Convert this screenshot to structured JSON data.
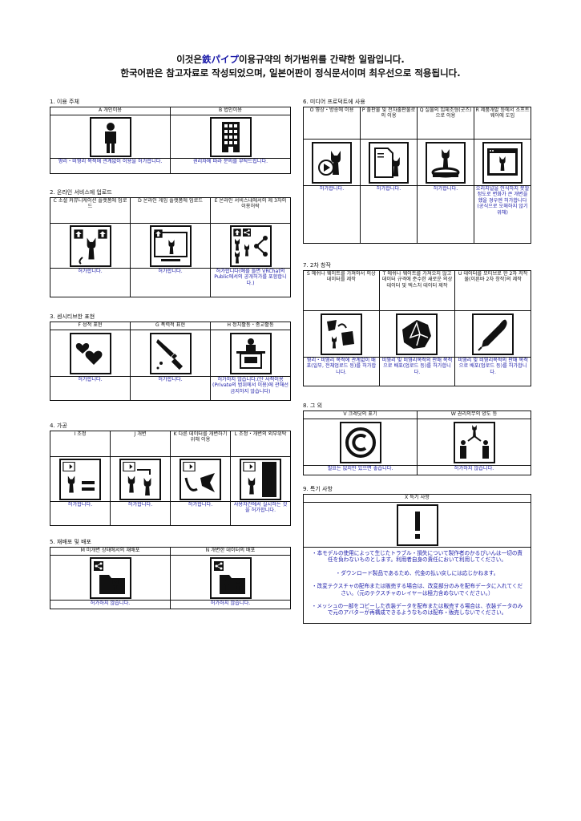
{
  "header": {
    "line1_pre": "이것은",
    "line1_brand": "鉄パイプ",
    "line1_post": "이용규약의 허가범위를 간략한 일람입니다.",
    "line2": "한국어판은 참고자료로 작성되었으며, 일본어판이 정식문서이며 최우선으로 적용됩니다."
  },
  "colors": {
    "accent": "#1a1aa8",
    "border": "#111111",
    "icon": "#111111"
  },
  "sections": {
    "s1": {
      "title": "1. 이용 주체",
      "cols": [
        {
          "label": "A 개인이용",
          "icon": "person-icon",
          "note": "영리・비영리 목적에 관계없이 이용을 허가합니다."
        },
        {
          "label": "B 법인이용",
          "icon": "building-icon",
          "note": "권리자에 따라 문의를 부탁드립니다."
        }
      ]
    },
    "s2": {
      "title": "2. 온라인 서비스에 업로드",
      "cols": [
        {
          "label": "C 소셜 커뮤니케이션 플랫폼에 업로드",
          "icon": "social-upload-icon",
          "note": "허가합니다."
        },
        {
          "label": "D 온라인 게임 플랫폼에 업로드",
          "icon": "game-upload-icon",
          "note": "허가합니다."
        },
        {
          "label": "E 온라인 서비스내에서의 제 3자의 이용허락",
          "icon": "third-party-icon",
          "note": "허가합니다(예를 들면 VRChat의 Public에서의 공개허가를 포함합니다.)"
        }
      ]
    },
    "s3": {
      "title": "3. 센시티브한 표현",
      "cols": [
        {
          "label": "F 성적 표현",
          "icon": "hearts-icon",
          "note": "허가합니다."
        },
        {
          "label": "G 폭력적 표현",
          "icon": "knife-icon",
          "note": "허가합니다."
        },
        {
          "label": "H 정치활동・종교활동",
          "icon": "podium-icon",
          "note": "허가하지 않습니다.(단 사적이용(Private의 범위에서 이용)에 관해선 금지하지 않습니다)"
        }
      ]
    },
    "s4": {
      "title": "4. 가공",
      "cols": [
        {
          "label": "I 조정",
          "icon": "adjust-icon",
          "note": "허가합니다."
        },
        {
          "label": "J 개변",
          "icon": "modify-icon",
          "note": "허가합니다."
        },
        {
          "label": "K 다른 데이터를 개변하기 위해 이용",
          "icon": "transfer-icon",
          "note": "허가합니다."
        },
        {
          "label": "L 조정・개변의 외부위탁",
          "icon": "outsource-icon",
          "note": "사용자간에서 실시하는 것을 허가합니다."
        }
      ]
    },
    "s5": {
      "title": "5. 재배포 및 배포",
      "cols": [
        {
          "label": "M 미개변 상태에서의 재배포",
          "icon": "share-folder-icon",
          "note": "허가하지 않습니다."
        },
        {
          "label": "N 개변한 데이터의 배포",
          "icon": "share-modified-icon",
          "note": "허가하지 않습니다."
        }
      ]
    },
    "s6": {
      "title": "6. 미디어 프로덕트에 사용",
      "cols": [
        {
          "label": "O 영상・방송에 이용",
          "icon": "video-icon",
          "note": "허가합니다."
        },
        {
          "label": "P 출판물 및 전자출판물로의 이용",
          "icon": "publication-icon",
          "note": "허가합니다."
        },
        {
          "label": "Q 실물의 입체조형(굿즈)으로 이용",
          "icon": "figure-icon",
          "note": "허가합니다."
        },
        {
          "label": "R 제품개발 등에서 소프트웨어에 도입",
          "icon": "software-icon",
          "note": "오리지널을 인식하지 못할 정도로 변화가 큰 개변을 했을 경우엔 허가합니다(공식으로 오해하지 않기 위해)"
        }
      ]
    },
    "s7": {
      "title": "7. 2차 창작",
      "cols": [
        {
          "label": "S 메쉬나 웨이트를 가져와서 의상 데이터를 제작",
          "icon": "mesh-transfer-icon",
          "note": "영리・비영리 목적에 관계없이 배포(일부, 전체업로드 등)를 허가합니다."
        },
        {
          "label": "T 메쉬나 웨이트를 가져오지 않고 데이터 규격에 준수한 새로운 의상 데이터 및 텍스처 데이터 제작",
          "icon": "new-clothing-icon",
          "note": "비영리 및 비영리목적의 판매 목적으로 배포(업로드 등)를 허가합니다."
        },
        {
          "label": "U 데이터를 모티브로 한 2차 저작물(이른바 2차 창작)의 제작",
          "icon": "pen-icon",
          "note": "비영리 및 비영리목적의 판매 목적으로 배포(업로드 등)를 허가합니다."
        }
      ]
    },
    "s8": {
      "title": "8. 그 외",
      "cols": [
        {
          "label": "V 크레딧의 표기",
          "icon": "copyright-icon",
          "note": "필요는 없지만 있으면 좋습니다."
        },
        {
          "label": "W 권리의무의 양도 등",
          "icon": "transfer-rights-icon",
          "note": "허가하지 않습니다."
        }
      ]
    },
    "s9": {
      "title": "9. 특기 사항",
      "label": "X 특기 사항",
      "icon": "exclamation-icon",
      "notes": [
        "・本モデルの使用によって生じたトラブル・損失について製作者のかるぴいんは一切の責任を負わないものとします。利用者自身の責任において利用してください。",
        "・ダウンロード製品であるため、代金の払い戻しには応じかねます。",
        "・改変テクスチャの配布または販売する場合は、改変部分のみを配布データに入れてください。（元のテクスチャのレイヤーは極力含めないでください。）",
        "・メッシュの一部をコピーした衣装データを配布または販売する場合は、衣装データのみで元のアバターが再構成できるようなものは配布・販売しないでください。"
      ]
    }
  }
}
